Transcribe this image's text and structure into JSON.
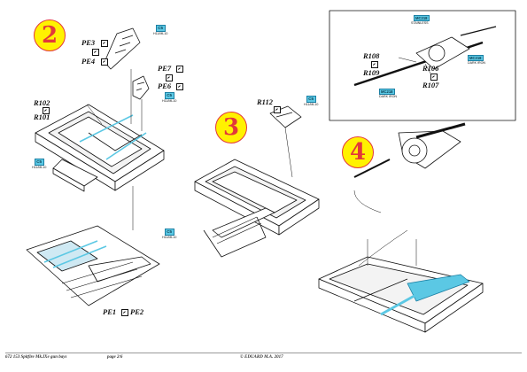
{
  "steps": [
    "2",
    "3",
    "4"
  ],
  "parts": {
    "pe3": "PE3",
    "pe4": "PE4",
    "pe7": "PE7",
    "pe6": "PE6",
    "r102": "R102",
    "r101": "R101",
    "r112": "R112",
    "r108": "R108",
    "r109": "R109",
    "r106": "R106",
    "r107": "R107",
    "pe1": "PE1",
    "pe2": "PE2"
  },
  "color_refs": {
    "c_top": {
      "code": "C5",
      "name": "H11/ML10"
    },
    "c_pe6": {
      "code": "C5",
      "name": "H11/ML10"
    },
    "c_r101": {
      "code": "C5",
      "name": "H11/ML10"
    },
    "c_r112": {
      "code": "C5",
      "name": "H11/ML10"
    },
    "c_pe1": {
      "code": "C5",
      "name": "H11/ML10"
    }
  },
  "inset_tags": {
    "stainless": {
      "code": "MC218",
      "name": "STAINLESS"
    },
    "dark_iron": {
      "code": "MC218",
      "name": "DARK IRON"
    },
    "dark_iron2": {
      "code": "MC218",
      "name": "DARK IRON"
    }
  },
  "footer": {
    "left": "672 153 Spitfire Mk.IXe gun bays",
    "page": "page 2/6",
    "copyright": "© EDUARD M.A. 2017"
  },
  "colors": {
    "accent": "#5bc8e4",
    "badge": "#fff200",
    "badge_text": "#e2383a"
  }
}
